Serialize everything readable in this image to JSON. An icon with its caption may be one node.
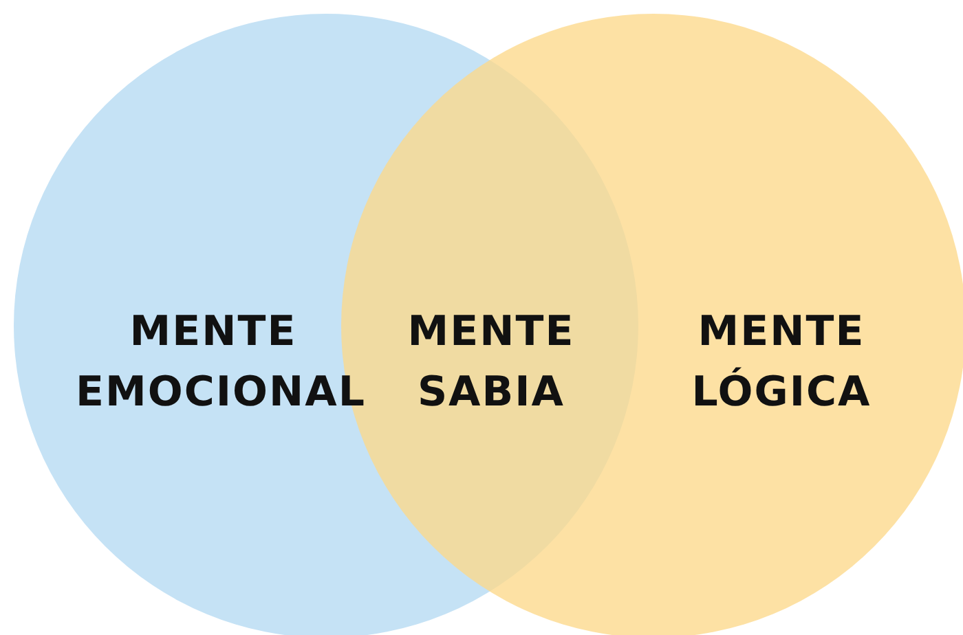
{
  "diagram": {
    "nodes": [
      {
        "text": [
          "MENTE EMOCIONAL"
        ]
      },
      {
        "text": [
          "MENTE LÓGICA"
        ]
      }
    ],
    "labels": [
      "MENTE SABIA"
    ]
  }
}
